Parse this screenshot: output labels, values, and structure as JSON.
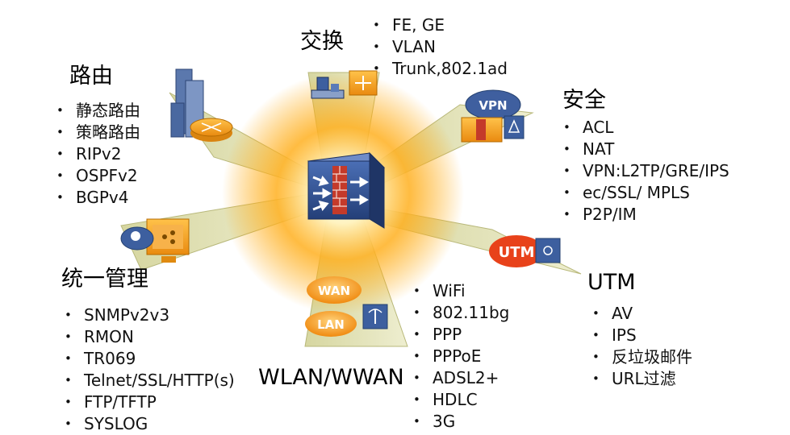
{
  "nodes": {
    "switching": {
      "title": "交换",
      "items": [
        "FE, GE",
        "VLAN",
        "Trunk,802.1ad"
      ]
    },
    "routing": {
      "title": "路由",
      "items": [
        "静态路由",
        "策略路由",
        "RIPv2",
        "OSPFv2",
        "BGPv4"
      ]
    },
    "security": {
      "title": "安全",
      "items": [
        "ACL",
        "NAT",
        "VPN:L2TP/GRE/IPS",
        "ec/SSL/ MPLS",
        "P2P/IM"
      ]
    },
    "management": {
      "title": "统一管理",
      "items": [
        "SNMPv2v3",
        "RMON",
        "TR069",
        "Telnet/SSL/HTTP(s)",
        "FTP/TFTP",
        "SYSLOG"
      ]
    },
    "wlan": {
      "title": "WLAN/WWAN",
      "items": [
        "WiFi",
        "802.11bg",
        "PPP",
        "PPPoE",
        "ADSL2+",
        "HDLC",
        "3G"
      ]
    },
    "utm": {
      "title": "UTM",
      "items": [
        "AV",
        "IPS",
        "反垃圾邮件",
        "URL过滤"
      ]
    }
  },
  "icons": {
    "vpn_label": "VPN",
    "wan_label": "WAN",
    "lan_label": "LAN",
    "utm_label": "UTM"
  },
  "colors": {
    "beam": "#d8d8a0",
    "glow": "#ffa500",
    "orange": "#f5a623",
    "device_blue": "#2f4f8f",
    "firewall_red": "#c0392b"
  }
}
